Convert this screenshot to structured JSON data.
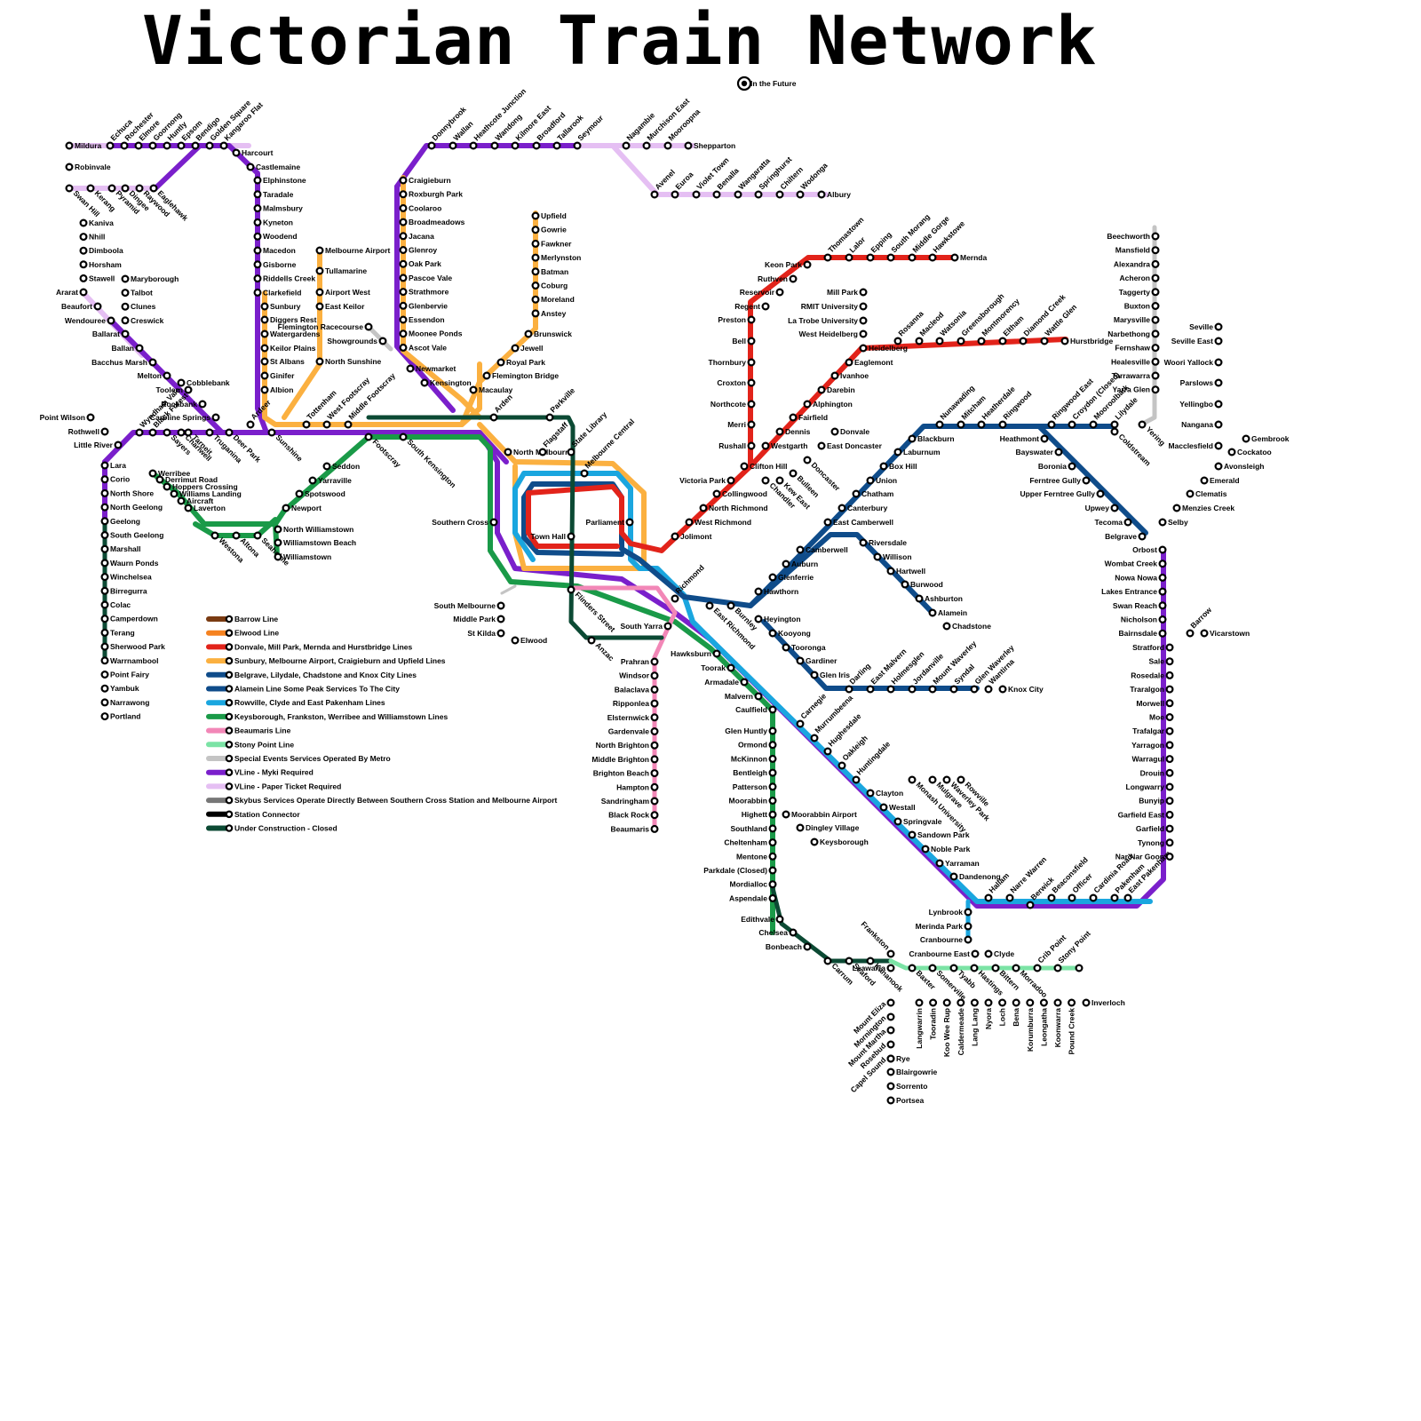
{
  "title": "Victorian Train Network",
  "future_note": "In the Future",
  "colors": {
    "brown": "#7a3b12",
    "orange": "#f58220",
    "red": "#e2231a",
    "yellow": "#fbb040",
    "blue": "#0f4c8a",
    "cyan": "#1aa6df",
    "green": "#1a9a48",
    "pink": "#f287b7",
    "mint": "#7be3a5",
    "grey": "#c4c4c4",
    "purple": "#7a1fcb",
    "lilac": "#e5bff3",
    "darkgrey": "#777777",
    "black": "#000000",
    "darkgreen": "#0c4a34"
  },
  "legend": [
    {
      "color": "brown",
      "label": "Barrow Line"
    },
    {
      "color": "orange",
      "label": "Elwood Line"
    },
    {
      "color": "red",
      "label": "Donvale, Mill Park, Mernda and Hurstbridge Lines"
    },
    {
      "color": "yellow",
      "label": "Sunbury, Melbourne Airport, Craigieburn and Upfield Lines"
    },
    {
      "color": "blue",
      "label": "Belgrave, Lilydale, Chadstone and Knox City Lines"
    },
    {
      "color": "blue",
      "label": "Alamein Line Some Peak Services To The City"
    },
    {
      "color": "cyan",
      "label": "Rowville, Clyde and East Pakenham Lines"
    },
    {
      "color": "green",
      "label": "Keysborough, Frankston, Werribee and Williamstown Lines"
    },
    {
      "color": "pink",
      "label": "Beaumaris Line"
    },
    {
      "color": "mint",
      "label": "Stony Point Line"
    },
    {
      "color": "grey",
      "label": "Special Events Services Operated By Metro"
    },
    {
      "color": "purple",
      "label": "VLine - Myki Required"
    },
    {
      "color": "lilac",
      "label": "VLine - Paper Ticket Required"
    },
    {
      "color": "darkgrey",
      "label": "Skybus Services Operate Directly Between Southern Cross Station and Melbourne Airport"
    },
    {
      "color": "black",
      "label": "Station Connector"
    },
    {
      "color": "darkgreen",
      "label": "Under Construction - Closed"
    }
  ],
  "stations": {
    "Mildura": "Mildura",
    "Robinvale": "Robinvale",
    "SwanHill": "Swan Hill",
    "Kerang": "Kerang",
    "Pyramid": "Pyramid",
    "Dingee": "Dingee",
    "Raywood": "Raywood",
    "Eaglehawk": "Eaglehawk",
    "Echuca": "Echuca",
    "Rochester": "Rochester",
    "Elmore": "Elmore",
    "Goornong": "Goornong",
    "Huntly": "Huntly",
    "Epsom": "Epsom",
    "Bendigo": "Bendigo",
    "GoldenSquare": "Golden Square",
    "KangarooFlat": "Kangaroo Flat",
    "Harcourt": "Harcourt",
    "Castlemaine": "Castlemaine",
    "Elphinstone": "Elphinstone",
    "Taradale": "Taradale",
    "Malmsbury": "Malmsbury",
    "Kyneton": "Kyneton",
    "Woodend": "Woodend",
    "Macedon": "Macedon",
    "Gisborne": "Gisborne",
    "RiddellsCreek": "Riddells Creek",
    "Clarkefield": "Clarkefield",
    "Sunbury": "Sunbury",
    "DiggersRest": "Diggers Rest",
    "Watergardens": "Watergardens",
    "KeilorPlains": "Keilor Plains",
    "StAlbans": "St Albans",
    "Ginifer": "Ginifer",
    "Albion": "Albion",
    "Kaniva": "Kaniva",
    "Nhill": "Nhill",
    "Dimboola": "Dimboola",
    "Horsham": "Horsham",
    "Stawell": "Stawell",
    "Ararat": "Ararat",
    "Beaufort": "Beaufort",
    "Wendouree": "Wendouree",
    "Ballarat": "Ballarat",
    "Ballan": "Ballan",
    "BacchusMarsh": "Bacchus Marsh",
    "Melton": "Melton",
    "Cobblebank": "Cobblebank",
    "Toolern": "Toolern",
    "Rockbank": "Rockbank",
    "CarolineSprings": "Caroline Springs",
    "Maryborough": "Maryborough",
    "Talbot": "Talbot",
    "Clunes": "Clunes",
    "Creswick": "Creswick",
    "PointWilson": "Point Wilson",
    "Rothwell": "Rothwell",
    "LittleRiver": "Little River",
    "WyndhamVale": "Wyndham Vale",
    "BlackForest": "Black Forest",
    "Sayers": "Sayers",
    "Tarneit": "Tarneit",
    "Truganina": "Truganina",
    "Charlwell": "Charlwell",
    "Ardeer": "Ardeer",
    "DeerPark": "Deer Park",
    "Sunshine": "Sunshine",
    "Tottenham": "Tottenham",
    "WestFootscray": "West Footscray",
    "MiddleFootscray": "Middle Footscray",
    "Footscray": "Footscray",
    "SouthKensington": "South Kensington",
    "Lara": "Lara",
    "Corio": "Corio",
    "NorthShore": "North Shore",
    "NorthGeelong": "North Geelong",
    "Geelong": "Geelong",
    "SouthGeelong": "South Geelong",
    "Marshall": "Marshall",
    "WaurnPonds": "Waurn Ponds",
    "Winchelsea": "Winchelsea",
    "Birregurra": "Birregurra",
    "Colac": "Colac",
    "Camperdown": "Camperdown",
    "Terang": "Terang",
    "SherwoodPark": "Sherwood Park",
    "Warrnambool": "Warrnambool",
    "PointFairy": "Point Fairy",
    "Yambuk": "Yambuk",
    "Narrawong": "Narrawong",
    "Portland": "Portland",
    "Werribee": "Werribee",
    "DerrimutRoad": "Derrimut Road",
    "HoppersCrossing": "Hoppers Crossing",
    "WilliamsLanding": "Williams Landing",
    "Aircraft": "Aircraft",
    "Laverton": "Laverton",
    "Westona": "Westona",
    "Altona": "Altona",
    "Seaholme": "Seaholme",
    "NorthWilliamstown": "North Williamstown",
    "WilliamstownBeach": "Williamstown Beach",
    "Williamstown": "Williamstown",
    "Newport": "Newport",
    "Spotswood": "Spotswood",
    "Yarraville": "Yarraville",
    "Seddon": "Seddon",
    "MelbourneAirport": "Melbourne Airport",
    "Tullamarine": "Tullamarine",
    "AirportWest": "Airport West",
    "EastKeilor": "East Keilor",
    "NorthSunshine": "North Sunshine",
    "FlemingtonRacecourse": "Flemington Racecourse",
    "Showgrounds": "Showgrounds",
    "Donnybrook": "Donnybrook",
    "Wallan": "Wallan",
    "HeathcoteJunction": "Heathcote Junction",
    "Wandong": "Wandong",
    "KilmoreEast": "Kilmore East",
    "Broadford": "Broadford",
    "Tallarook": "Tallarook",
    "Seymour": "Seymour",
    "Nagambie": "Nagambie",
    "MurchisonEast": "Murchison East",
    "Mooroopna": "Mooroopna",
    "Shepparton": "Shepparton",
    "Avenel": "Avenel",
    "Euroa": "Euroa",
    "VioletTown": "Violet Town",
    "Benalla": "Benalla",
    "Wangaratta": "Wangaratta",
    "Springhurst": "Springhurst",
    "Chiltern": "Chiltern",
    "Wodonga": "Wodonga",
    "Albury": "Albury",
    "Craigieburn": "Craigieburn",
    "RoxburghPark": "Roxburgh Park",
    "Coolaroo": "Coolaroo",
    "Broadmeadows": "Broadmeadows",
    "Jacana": "Jacana",
    "Glenroy": "Glenroy",
    "OakPark": "Oak Park",
    "PascoeVale": "Pascoe Vale",
    "Strathmore": "Strathmore",
    "Glenbervie": "Glenbervie",
    "Essendon": "Essendon",
    "MooneePonds": "Moonee Ponds",
    "AscotVale": "Ascot Vale",
    "Newmarket": "Newmarket",
    "Kensington": "Kensington",
    "Upfield": "Upfield",
    "Gowrie": "Gowrie",
    "Fawkner": "Fawkner",
    "Merlynston": "Merlynston",
    "Batman": "Batman",
    "Coburg": "Coburg",
    "Moreland": "Moreland",
    "Anstey": "Anstey",
    "Brunswick": "Brunswick",
    "Jewell": "Jewell",
    "RoyalPark": "Royal Park",
    "FlemingtonBridge": "Flemington Bridge",
    "Macaulay": "Macaulay",
    "Arden": "Arden",
    "Parkville": "Parkville",
    "NorthMelbourne": "North Melbourne",
    "Flagstaff": "Flagstaff",
    "StateLibrary": "State Library",
    "MelbourneCentral": "Melbourne Central",
    "Parliament": "Parliament",
    "SouthernCross": "Southern Cross",
    "TownHall": "Town Hall",
    "FlindersStreet": "Flinders Street",
    "Anzac": "Anzac",
    "SouthMelbourne": "South Melbourne",
    "MiddlePark": "Middle Park",
    "StKilda": "St Kilda",
    "Elwood": "Elwood",
    "SouthYarra": "South Yarra",
    "Prahran": "Prahran",
    "Windsor": "Windsor",
    "Balaclava": "Balaclava",
    "Ripponlea": "Ripponlea",
    "Elsternwick": "Elsternwick",
    "Gardenvale": "Gardenvale",
    "NorthBrighton": "North Brighton",
    "MiddleBrighton": "Middle Brighton",
    "BrightonBeach": "Brighton Beach",
    "Hampton": "Hampton",
    "Sandringham": "Sandringham",
    "BlackRock": "Black Rock",
    "Beaumaris": "Beaumaris",
    "Richmond": "Richmond",
    "EastRichmond": "East Richmond",
    "Burnley": "Burnley",
    "Jolimont": "Jolimont",
    "WestRichmond": "West Richmond",
    "NorthRichmond": "North Richmond",
    "Collingwood": "Collingwood",
    "VictoriaPark": "Victoria Park",
    "CliftonHill": "Clifton Hill",
    "Rushall": "Rushall",
    "Merri": "Merri",
    "Northcote": "Northcote",
    "Croxton": "Croxton",
    "Thornbury": "Thornbury",
    "Bell": "Bell",
    "Preston": "Preston",
    "Regent": "Regent",
    "Reservoir": "Reservoir",
    "Ruthven": "Ruthven",
    "KeonPark": "Keon Park",
    "Thomastown": "Thomastown",
    "Lalor": "Lalor",
    "Epping": "Epping",
    "SouthMorang": "South Morang",
    "MiddleGorge": "Middle Gorge",
    "Hawkstowe": "Hawkstowe",
    "Mernda": "Mernda",
    "MillPark": "Mill Park",
    "RMITUniversity": "RMIT University",
    "LaTrobeUniversity": "La Trobe University",
    "WestHeidelberg": "West Heidelberg",
    "Heidelberg": "Heidelberg",
    "Rosanna": "Rosanna",
    "Macleod": "Macleod",
    "Watsonia": "Watsonia",
    "Greensborough": "Greensborough",
    "Montmorency": "Montmorency",
    "Eltham": "Eltham",
    "DiamondCreek": "Diamond Creek",
    "WattleGlen": "Wattle Glen",
    "Hurstbridge": "Hurstbridge",
    "Eaglemont": "Eaglemont",
    "Ivanhoe": "Ivanhoe",
    "Darebin": "Darebin",
    "Alphington": "Alphington",
    "Fairfield": "Fairfield",
    "Dennis": "Dennis",
    "Westgarth": "Westgarth",
    "Donvale": "Donvale",
    "EastDoncaster": "East Doncaster",
    "Doncaster": "Doncaster",
    "Bulleen": "Bulleen",
    "KewEast": "Kew East",
    "Chandler": "Chandler",
    "Blackburn": "Blackburn",
    "Nunawading": "Nunawading",
    "Mitcham": "Mitcham",
    "Heatherdale": "Heatherdale",
    "Ringwood": "Ringwood",
    "RingwoodEast": "Ringwood East",
    "CroydonClosed": "Croydon (Closed)",
    "Mooroolbark": "Mooroolbark",
    "Lilydale": "Lilydale",
    "Coldstream": "Coldstream",
    "Yering": "Yering",
    "Laburnum": "Laburnum",
    "BoxHill": "Box Hill",
    "Union": "Union",
    "Chatham": "Chatham",
    "Canterbury": "Canterbury",
    "EastCamberwell": "East Camberwell",
    "Camberwell": "Camberwell",
    "Auburn": "Auburn",
    "Glenferrie": "Glenferrie",
    "Hawthorn": "Hawthorn",
    "Riversdale": "Riversdale",
    "Willison": "Willison",
    "Hartwell": "Hartwell",
    "Burwood": "Burwood",
    "Ashburton": "Ashburton",
    "Alamein": "Alamein",
    "Chadstone": "Chadstone",
    "Heathmont": "Heathmont",
    "Bayswater": "Bayswater",
    "Boronia": "Boronia",
    "FerntreeGully": "Ferntree Gully",
    "UpperFerntreeGully": "Upper Ferntree Gully",
    "Upwey": "Upwey",
    "Tecoma": "Tecoma",
    "Belgrave": "Belgrave",
    "Selby": "Selby",
    "MenziesCreek": "Menzies Creek",
    "Clematis": "Clematis",
    "Emerald": "Emerald",
    "Avonsleigh": "Avonsleigh",
    "Cockatoo": "Cockatoo",
    "Gembrook": "Gembrook",
    "Heyington": "Heyington",
    "Kooyong": "Kooyong",
    "Tooronga": "Tooronga",
    "Gardiner": "Gardiner",
    "GlenIris": "Glen Iris",
    "Darling": "Darling",
    "EastMalvern": "East Malvern",
    "Holmesglen": "Holmesglen",
    "Jordanville": "Jordanville",
    "MountWaverley": "Mount Waverley",
    "Syndal": "Syndal",
    "GlenWaverley": "Glen Waverley",
    "Wantirna": "Wantirna",
    "KnoxCity": "Knox City",
    "Hawksburn": "Hawksburn",
    "Toorak": "Toorak",
    "Armadale": "Armadale",
    "Malvern": "Malvern",
    "Caulfield": "Caulfield",
    "Carnegie": "Carnegie",
    "Murrumbeena": "Murrumbeena",
    "Hughesdale": "Hughesdale",
    "Oakleigh": "Oakleigh",
    "Huntingdale": "Huntingdale",
    "Clayton": "Clayton",
    "Westall": "Westall",
    "Springvale": "Springvale",
    "SandownPark": "Sandown Park",
    "NoblePark": "Noble Park",
    "Yarraman": "Yarraman",
    "Dandenong": "Dandenong",
    "MonashUniversity": "Monash University",
    "Mulgrave": "Mulgrave",
    "WaverleyPark": "Waverley Park",
    "Rowville": "Rowville",
    "Hallam": "Hallam",
    "NarreWarren": "Narre Warren",
    "Berwick": "Berwick",
    "Beaconsfield": "Beaconsfield",
    "Officer": "Officer",
    "CardiniaRoad": "Cardinia Road",
    "Pakenham": "Pakenham",
    "EastPakenham": "East Pakenham",
    "Lynbrook": "Lynbrook",
    "MerindaPark": "Merinda Park",
    "Cranbourne": "Cranbourne",
    "CranbourneEast": "Cranbourne East",
    "Clyde": "Clyde",
    "GlenHuntly": "Glen Huntly",
    "Ormond": "Ormond",
    "McKinnon": "McKinnon",
    "Bentleigh": "Bentleigh",
    "Patterson": "Patterson",
    "Moorabbin": "Moorabbin",
    "Highett": "Highett",
    "Southland": "Southland",
    "Cheltenham": "Cheltenham",
    "Mentone": "Mentone",
    "ParkdaleClosed": "Parkdale (Closed)",
    "Mordialloc": "Mordialloc",
    "Aspendale": "Aspendale",
    "Edithvale": "Edithvale",
    "Chelsea": "Chelsea",
    "Bonbeach": "Bonbeach",
    "Carrum": "Carrum",
    "Seaford": "Seaford",
    "Kananook": "Kananook",
    "Frankston": "Frankston",
    "Leawarra": "Leawarra",
    "MoorabbinAirport": "Moorabbin Airport",
    "DingleyVillage": "Dingley Village",
    "Keysborough": "Keysborough",
    "Baxter": "Baxter",
    "Somerville": "Somerville",
    "Tyabb": "Tyabb",
    "Hastings": "Hastings",
    "Bittern": "Bittern",
    "Morradoo": "Morradoo",
    "CribPoint": "Crib Point",
    "StonyPoint": "Stony Point",
    "MountEliza": "Mount Eliza",
    "Mornington": "Mornington",
    "MountMartha": "Mount Martha",
    "Rosebud": "Rosebud",
    "CapelSound": "Capel Sound",
    "Rye": "Rye",
    "Blairgowrie": "Blairgowrie",
    "Sorrento": "Sorrento",
    "Portsea": "Portsea",
    "Langwarrin": "Langwarrin",
    "Tooradin": "Tooradin",
    "KooWeeRup": "Koo Wee Rup",
    "Caldermeade": "Caldermeade",
    "LangLang": "Lang Lang",
    "Nyora": "Nyora",
    "Loch": "Loch",
    "Bena": "Bena",
    "Korumburra": "Korumburra",
    "Leongatha": "Leongatha",
    "Koonwarra": "Koonwarra",
    "PoundCreek": "Pound Creek",
    "Inverloch": "Inverloch",
    "Beechworth": "Beechworth",
    "Mansfield": "Mansfield",
    "Alexandra": "Alexandra",
    "Acheron": "Acheron",
    "Taggerty": "Taggerty",
    "Buxton": "Buxton",
    "Marysville": "Marysville",
    "Narbethong": "Narbethong",
    "Fernshaw": "Fernshaw",
    "Healesville": "Healesville",
    "Tarrawarra": "Tarrawarra",
    "YarraGlen": "Yarra Glen",
    "Seville": "Seville",
    "SevilleEast": "Seville East",
    "WooriYallock": "Woori Yallock",
    "Parslows": "Parslows",
    "Yellingbo": "Yellingbo",
    "Nangana": "Nangana",
    "Macclesfield": "Macclesfield",
    "Orbost": "Orbost",
    "WombatCreek": "Wombat Creek",
    "NowaNowa": "Nowa Nowa",
    "LakesEntrance": "Lakes Entrance",
    "SwanReach": "Swan Reach",
    "Nicholson": "Nicholson",
    "Bairnsdale": "Bairnsdale",
    "Stratford": "Stratford",
    "Sale": "Sale",
    "Rosedale": "Rosedale",
    "Traralgon": "Traralgon",
    "Morwell": "Morwell",
    "Moe": "Moe",
    "Trafalgar": "Trafalgar",
    "Yarragon": "Yarragon",
    "Warragul": "Warragul",
    "Drouin": "Drouin",
    "Longwarry": "Longwarry",
    "Bunyip": "Bunyip",
    "GarfieldEast": "Garfield East",
    "Garfield": "Garfield",
    "Tynong": "Tynong",
    "NarNarGoon": "Nar Nar Goon",
    "Barrow": "Barrow",
    "Vicarstown": "Vicarstown"
  }
}
